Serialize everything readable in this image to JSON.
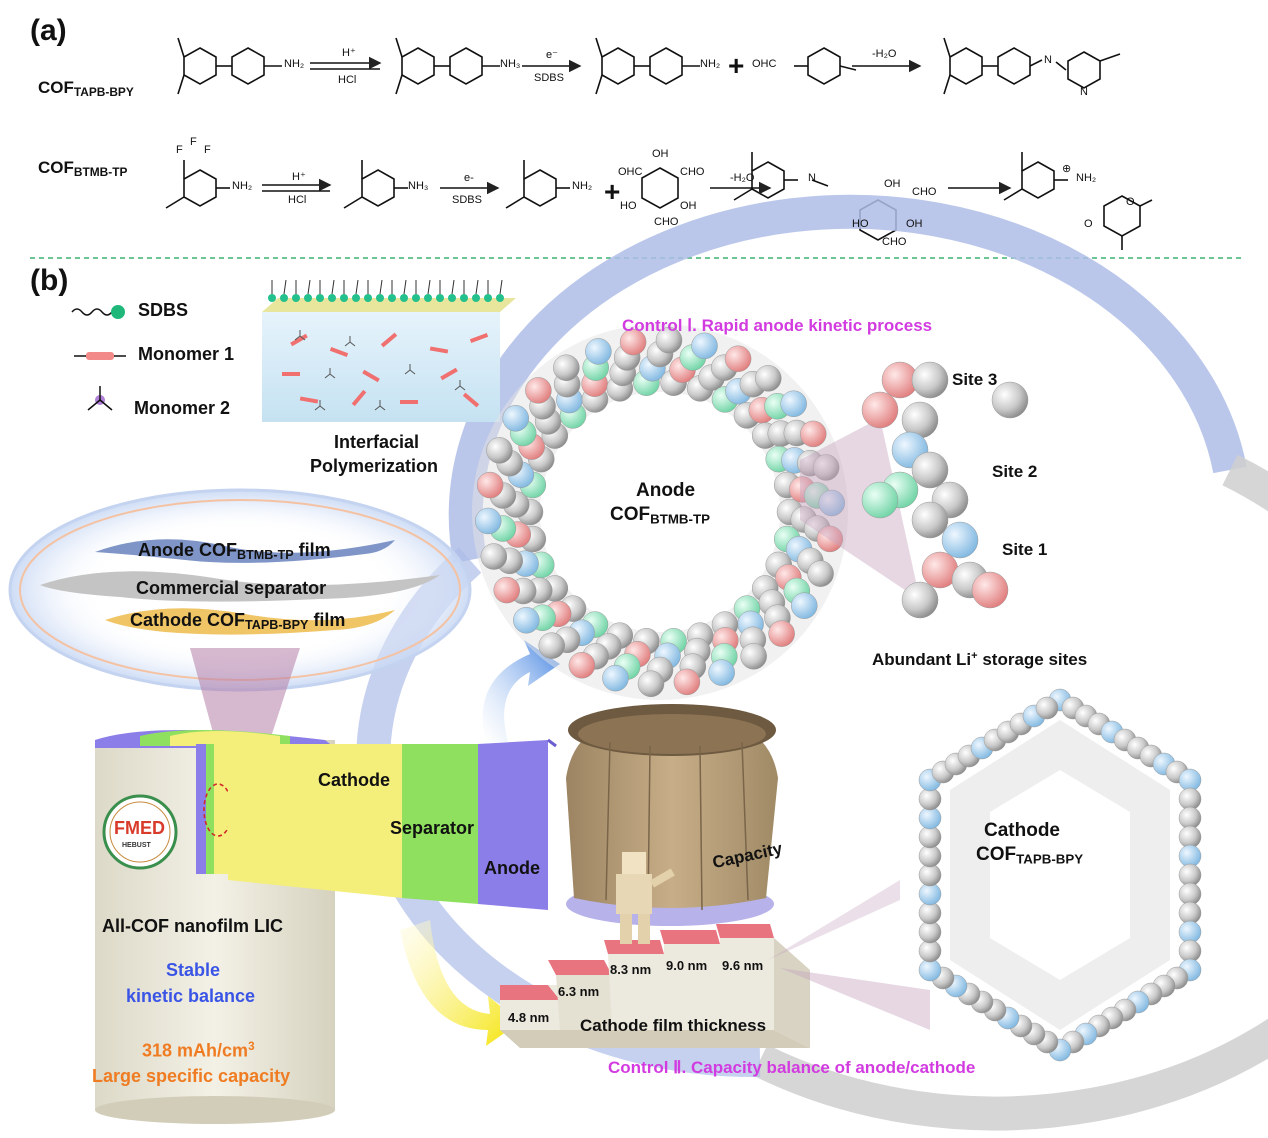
{
  "panel_a": {
    "label": "(a)",
    "row1": {
      "name_main": "COF",
      "name_sub": "TAPB-BPY",
      "amine": "NH₂",
      "ammonium": "NH₃",
      "arrow1_top": "H⁺",
      "arrow1_bottom": "HCl",
      "arrow2_top": "e⁻",
      "arrow2_bottom": "SDBS",
      "plus": "+",
      "aldehyde": "OHC",
      "arrow3_top": "-H₂O",
      "product_n": "N",
      "product_pyridine_n": "N"
    },
    "row2": {
      "name_main": "COF",
      "name_sub": "BTMB-TP",
      "cf3_f": "F",
      "amine": "NH₂",
      "ammonium": "NH₃",
      "arrow1_top": "H⁺",
      "arrow1_bottom": "HCl",
      "arrow2_top": "e-",
      "arrow2_bottom": "SDBS",
      "plus": "+",
      "tp_oh": "OH",
      "tp_ohc": "OHC",
      "tp_cho": "CHO",
      "tp_ho": "HO",
      "arrow3_top": "-H₂O",
      "product_n": "N",
      "product_oh": "OH",
      "product_cho": "CHO",
      "product_ho": "HO",
      "final_nh2": "NH₂",
      "final_plus": "⊕",
      "final_o": "O"
    }
  },
  "panel_b": {
    "label": "(b)",
    "legend": {
      "sdbs": "SDBS",
      "monomer1": "Monomer 1",
      "monomer2": "Monomer 2"
    },
    "interfacial_line1": "Interfacial",
    "interfacial_line2": "Polymerization",
    "film_anode_pre": "Anode COF",
    "film_anode_sub": "BTMB-TP",
    "film_anode_post": " film",
    "film_separator": "Commercial separator",
    "film_cathode_pre": "Cathode COF",
    "film_cathode_sub": "TAPB-BPY",
    "film_cathode_post": " film",
    "control1": "Control Ⅰ. Rapid anode kinetic process",
    "control2": "Control Ⅱ. Capacity balance of anode/cathode",
    "anode_ring_line1": "Anode",
    "anode_ring_line2": "COF",
    "anode_ring_sub": "BTMB-TP",
    "site3": "Site 3",
    "site2": "Site 2",
    "site1": "Site 1",
    "storage_pre": "Abundant Li",
    "storage_sup": "+",
    "storage_post": " storage sites",
    "cathode_ring_line1": "Cathode",
    "cathode_ring_line2": "COF",
    "cathode_ring_sub": "TAPB-BPY",
    "layer_cathode": "Cathode",
    "layer_separator": "Separator",
    "layer_anode": "Anode",
    "logo_text": "FMED",
    "logo_sub": "HEBUST",
    "cell_title": "All-COF nanofilm LIC",
    "stable_line1": "Stable",
    "stable_line2": "kinetic balance",
    "capacity_value": "318 mAh/cm",
    "capacity_sup": "3",
    "capacity_desc": "Large specific capacity",
    "barrel_label": "Capacity",
    "steps": [
      "4.8 nm",
      "6.3 nm",
      "8.3 nm",
      "9.0 nm",
      "9.6 nm"
    ],
    "steps_caption": "Cathode film thickness"
  },
  "colors": {
    "magenta": "#d23be0",
    "blue_text": "#3a55e6",
    "orange_text": "#ef7c22",
    "cathode_layer": "#f4ee7a",
    "separator_layer": "#8fe05e",
    "anode_layer": "#8c7ee8",
    "arc_blue": "#aebde8",
    "arc_grey": "#cfcfcf",
    "divider": "#3cb371"
  }
}
